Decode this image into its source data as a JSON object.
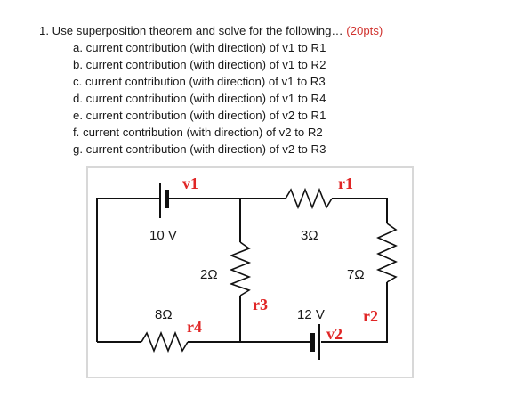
{
  "question": {
    "number": "1.",
    "text": "Use superposition theorem and solve for the following…",
    "points": "(20pts)",
    "items": [
      {
        "letter": "a.",
        "text": "current contribution (with direction) of v1 to R1"
      },
      {
        "letter": "b.",
        "text": "current contribution (with direction) of v1 to R2"
      },
      {
        "letter": "c.",
        "text": "current contribution (with direction) of v1 to R3"
      },
      {
        "letter": "d.",
        "text": "current contribution (with direction) of v1 to R4"
      },
      {
        "letter": "e.",
        "text": "current contribution (with direction) of v2 to R1"
      },
      {
        "letter": "f.",
        "text": "current contribution (with direction) of v2 to R2"
      },
      {
        "letter": "g.",
        "text": "current contribution (with direction) of v2 to R3"
      }
    ]
  },
  "circuit": {
    "v1": {
      "tag": "v1",
      "value": "10 V"
    },
    "v2": {
      "tag": "v2",
      "value": "12 V"
    },
    "r1": {
      "tag": "r1",
      "value": "3Ω"
    },
    "r2": {
      "tag": "r2",
      "value": "7Ω"
    },
    "r3": {
      "tag": "r3",
      "value": "2Ω"
    },
    "r4": {
      "tag": "r4",
      "value": "8Ω"
    },
    "label_color": "#e02626"
  }
}
